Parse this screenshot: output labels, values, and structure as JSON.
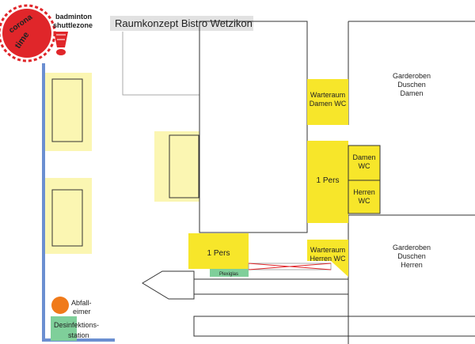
{
  "title": "Raumkonzept Bistro Wetzikon",
  "logo": {
    "badge_text": [
      "corona",
      "time"
    ],
    "brand_text": [
      "badminton",
      "shuttlezone"
    ],
    "icon": "shuttlecock-icon"
  },
  "rooms": {
    "garderoben_damen": [
      "Garderoben",
      "Duschen",
      "Damen"
    ],
    "garderoben_herren": [
      "Garderoben",
      "Duschen",
      "Herren"
    ],
    "warteraum_damen": [
      "Warteraum",
      "Damen WC"
    ],
    "warteraum_herren": [
      "Warteraum",
      "Herren WC"
    ],
    "damen_wc": [
      "Damen",
      "WC"
    ],
    "herren_wc": [
      "Herren",
      "WC"
    ],
    "pers_right": "1 Pers",
    "pers_counter": "1 Pers",
    "plexiglas": "Plexiglas",
    "abfalleimer": [
      "Abfall-",
      "eimer"
    ],
    "desinfektion": [
      "Desinfektions-",
      "station"
    ]
  },
  "colors": {
    "yellow": "#f7e62a",
    "pale_yellow": "#fbf6b2",
    "green": "#7fcf9a",
    "orange": "#f07a1a",
    "blue": "#6b8fd1",
    "logo_red": "#e0262a"
  }
}
